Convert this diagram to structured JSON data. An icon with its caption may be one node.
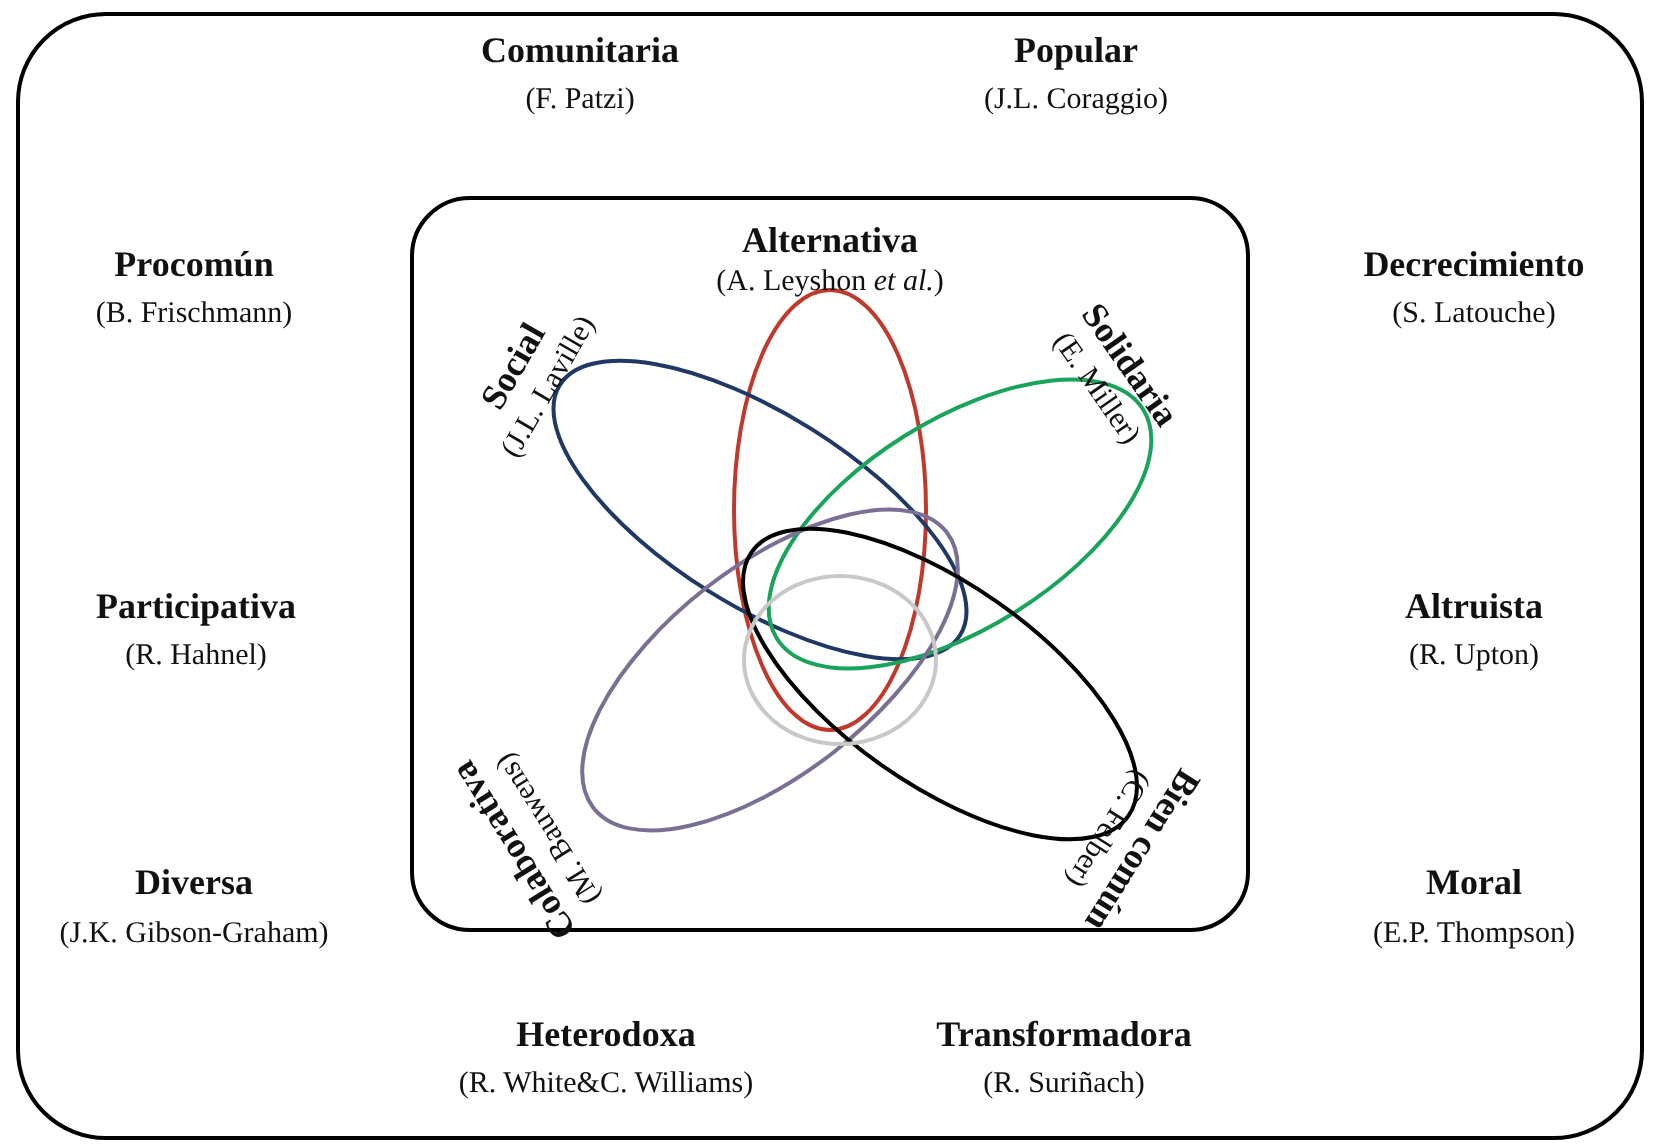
{
  "diagram": {
    "nodes": [
      {
        "text": [],
        "shape": "box"
      },
      {
        "text": [],
        "shape": "box",
        "in": 0
      },
      {
        "text": [
          "Alternativa",
          "(A. Leyshon *et al.*)"
        ],
        "in": 1
      },
      {
        "text": [
          "Social",
          "(J.L. Laville)"
        ],
        "in": 1
      },
      {
        "text": [
          "Solidaria",
          "(E. Miller)"
        ],
        "in": 1
      },
      {
        "text": [],
        "shape": "circle"
      },
      {
        "text": [
          "Colaborativa",
          "(M. Bauwens)"
        ],
        "in": 1
      },
      {
        "text": [
          "Bien común",
          "(C. Felber)"
        ],
        "in": 1
      }
    ],
    "edges": [],
    "labels": [
      "Comunitaria",
      "(F. Patzi)",
      "Popular",
      "(J.L. Coraggio)",
      "Procomún",
      "(B. Frischmann)",
      "Decrecimiento",
      "(S. Latouche)",
      "Participativa",
      "(R. Hahnel)",
      "Altruista",
      "(R. Upton)",
      "Diversa",
      "(J.K. Gibson-Graham)",
      "Moral",
      "(E.P. Thompson)",
      "Heterodoxa",
      "(R. White&C. Williams)",
      "Transformadora",
      "(R. Suriñach)"
    ]
  }
}
